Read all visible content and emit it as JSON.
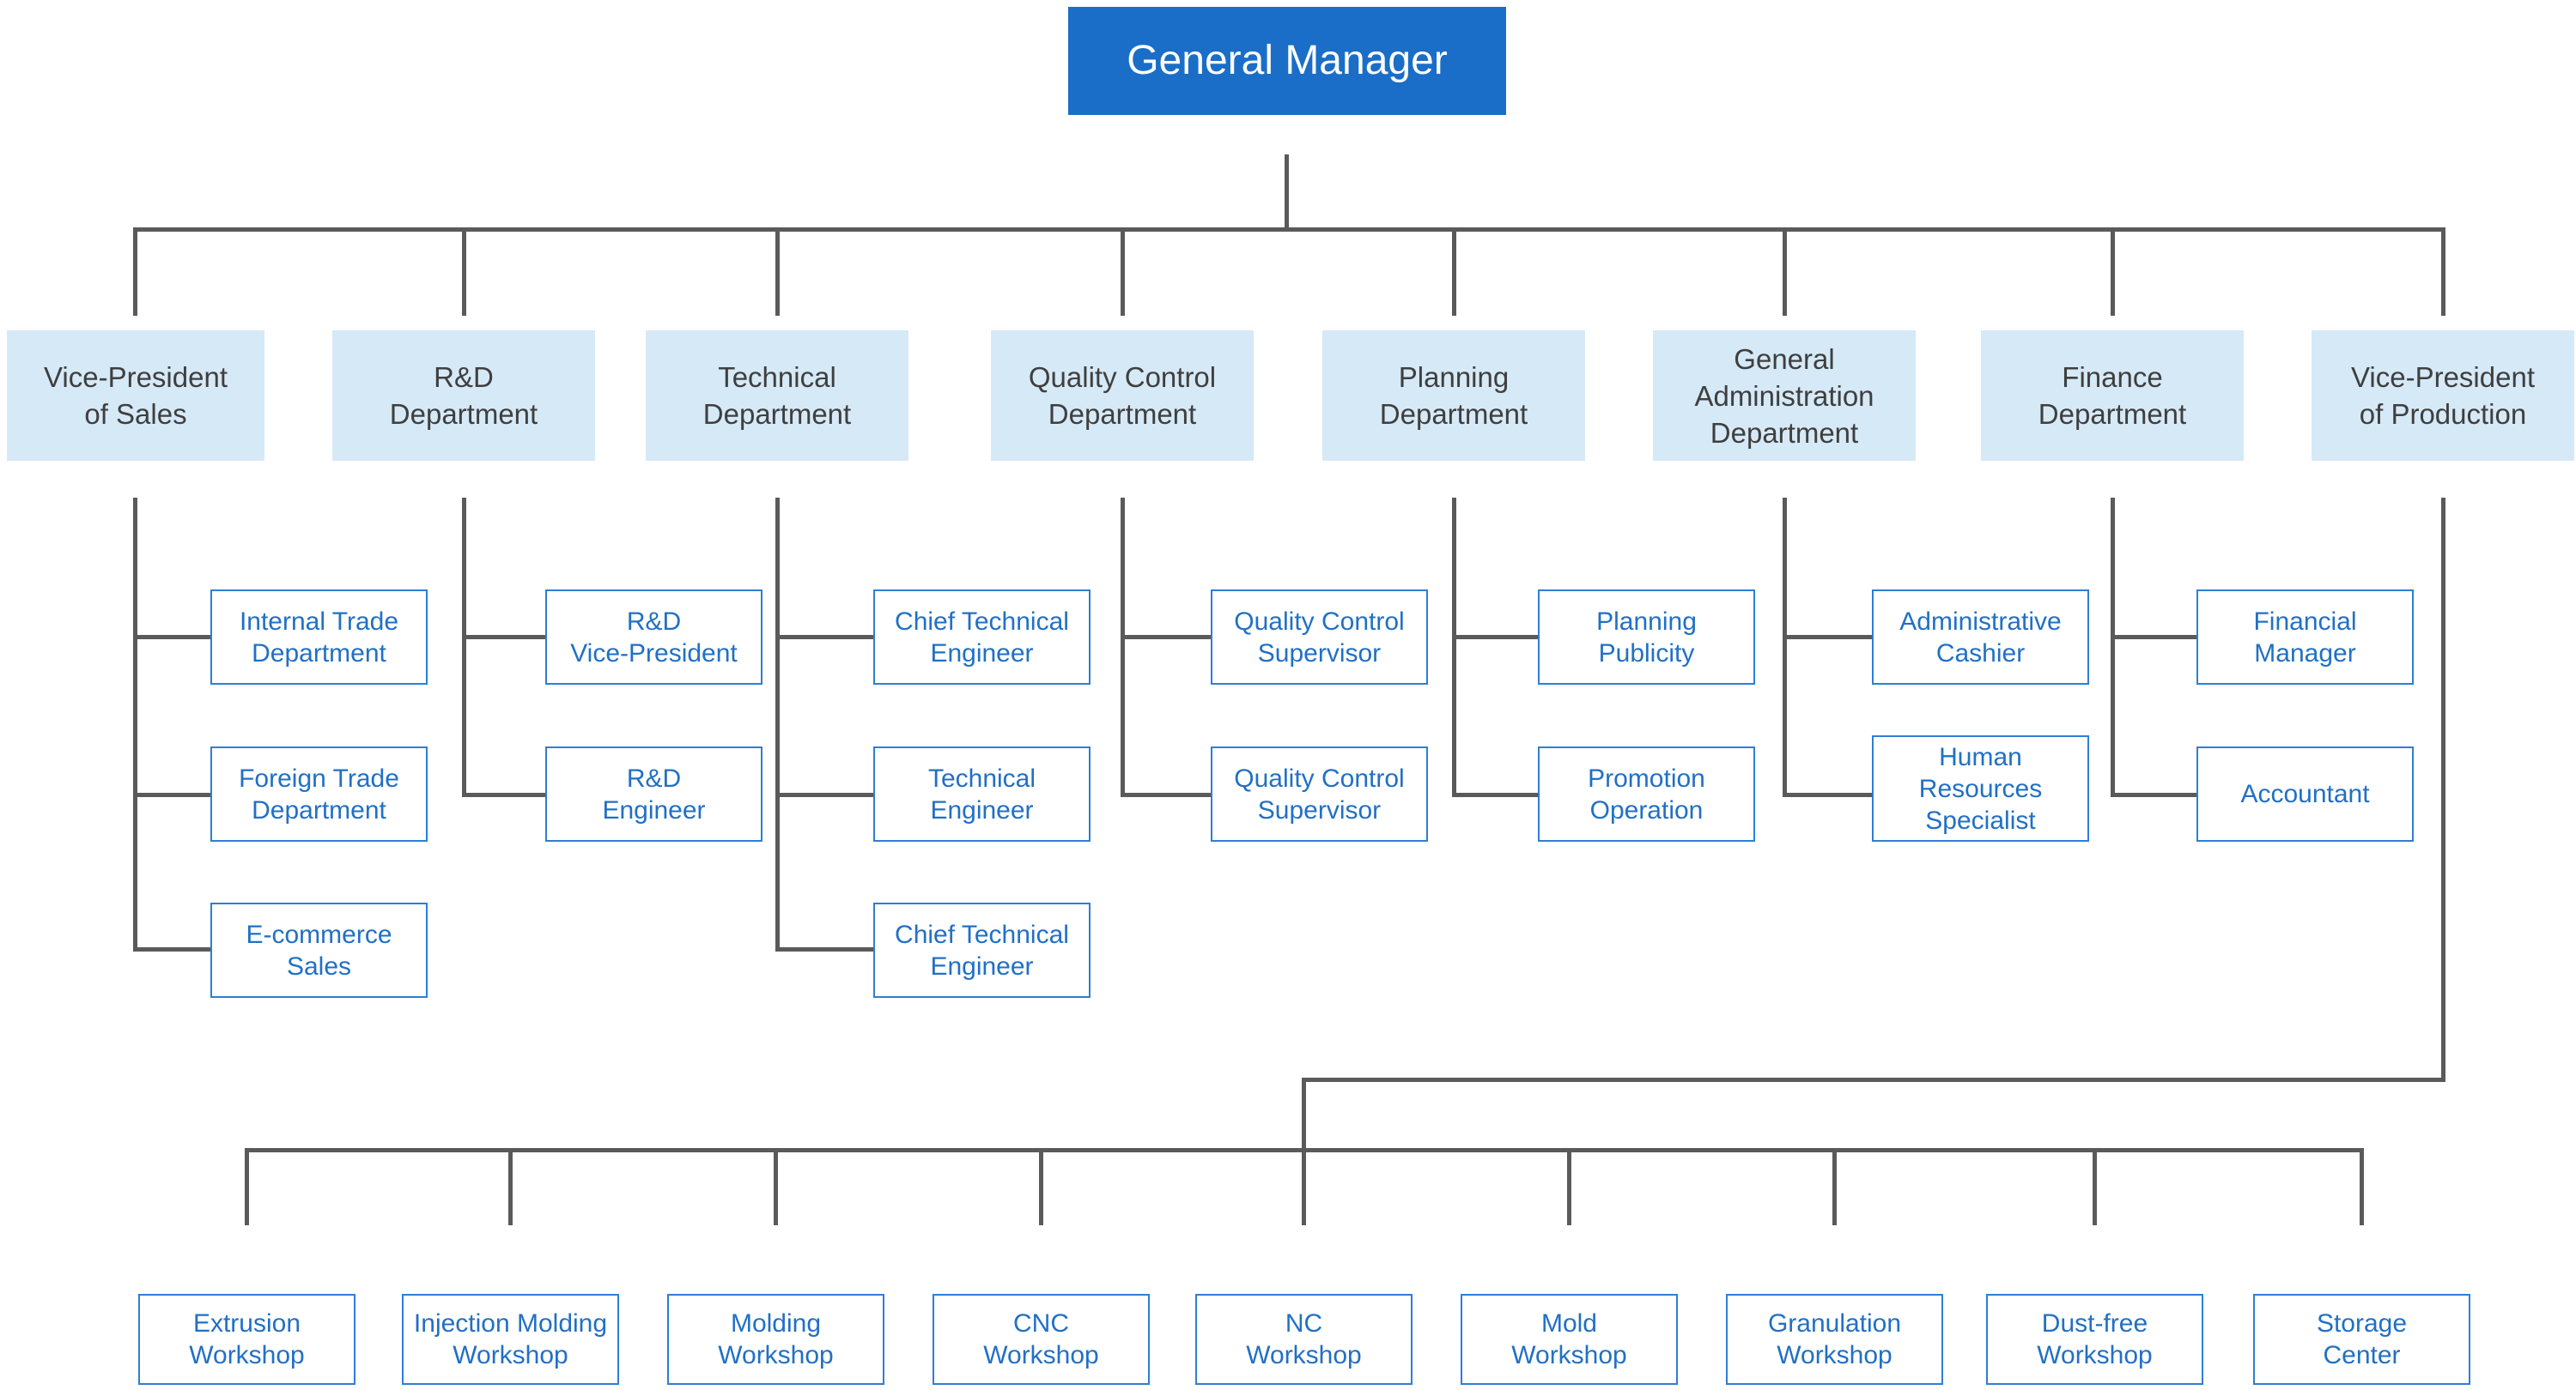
{
  "org_chart": {
    "root": {
      "label": "General Manager"
    },
    "departments": [
      {
        "label": "Vice-President\nof Sales",
        "children": [
          "Internal Trade\nDepartment",
          "Foreign Trade\nDepartment",
          "E-commerce\nSales"
        ]
      },
      {
        "label": "R&D\nDepartment",
        "children": [
          "R&D\nVice-President",
          "R&D\nEngineer"
        ]
      },
      {
        "label": "Technical\nDepartment",
        "children": [
          "Chief Technical\nEngineer",
          "Technical\nEngineer",
          "Chief Technical\nEngineer"
        ]
      },
      {
        "label": "Quality Control\nDepartment",
        "children": [
          "Quality Control\nSupervisor",
          "Quality Control\nSupervisor"
        ]
      },
      {
        "label": "Planning\nDepartment",
        "children": [
          "Planning\nPublicity",
          "Promotion\nOperation"
        ]
      },
      {
        "label": "General\nAdministration\nDepartment",
        "children": [
          "Administrative\nCashier",
          "Human\nResources\nSpecialist"
        ]
      },
      {
        "label": "Finance\nDepartment",
        "children": [
          "Financial\nManager",
          "Accountant"
        ]
      },
      {
        "label": "Vice-President\nof Production",
        "children": [
          "Extrusion\nWorkshop",
          "Injection Molding\nWorkshop",
          "Molding\nWorkshop",
          "CNC\nWorkshop",
          "NC\nWorkshop",
          "Mold\nWorkshop",
          "Granulation\nWorkshop",
          "Dust-free\nWorkshop",
          "Storage\nCenter"
        ]
      }
    ],
    "colors": {
      "root_fill": "#1a6ec7",
      "root_text": "#ffffff",
      "department_fill": "#d6e9f7",
      "department_text": "#3f3f3f",
      "node_border": "#2e7ed6",
      "node_text": "#2170c5",
      "connector": "#5a5a5a"
    }
  }
}
